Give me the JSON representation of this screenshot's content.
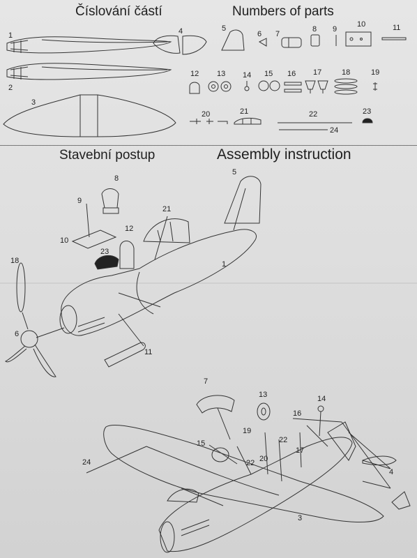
{
  "headers": {
    "parts_cz": "Číslování částí",
    "parts_en": "Numbers of parts",
    "assembly_cz": "Stavební postup",
    "assembly_en": "Assembly instruction"
  },
  "parts_numbers": [
    "1",
    "2",
    "3",
    "4",
    "5",
    "6",
    "7",
    "8",
    "9",
    "10",
    "11",
    "12",
    "13",
    "14",
    "15",
    "16",
    "17",
    "18",
    "19",
    "20",
    "21",
    "22",
    "23",
    "24"
  ],
  "assembly_labels": {
    "upper": [
      "5",
      "8",
      "9",
      "10",
      "12",
      "21",
      "23",
      "1",
      "18",
      "6",
      "11"
    ],
    "lower": [
      "7",
      "13",
      "14",
      "16",
      "17",
      "15",
      "19",
      "22",
      "20",
      "22",
      "24",
      "4",
      "3"
    ]
  }
}
